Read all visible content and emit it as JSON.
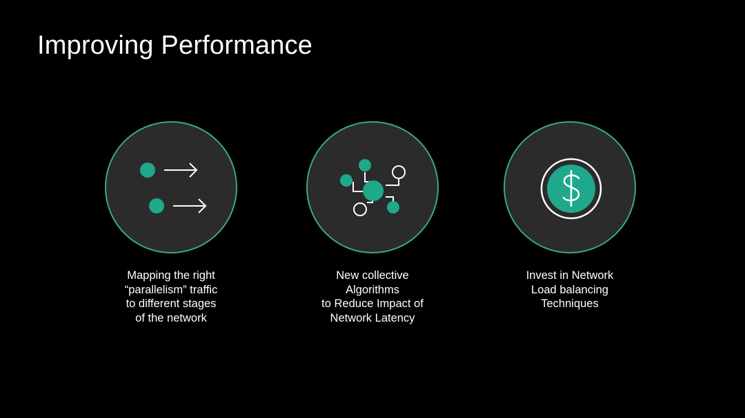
{
  "title": "Improving Performance",
  "colors": {
    "accent": "#1fa88c",
    "ring": "#3aa98a",
    "circle_bg": "#2b2b2b",
    "background": "#000000",
    "text": "#ffffff"
  },
  "cards": [
    {
      "icon": "parallel-arrows-icon",
      "caption": [
        "Mapping the right",
        "“parallelism” traffic",
        "to different stages",
        "of the network"
      ]
    },
    {
      "icon": "network-nodes-icon",
      "caption": [
        "New collective",
        "Algorithms",
        "to Reduce Impact of",
        "Network Latency"
      ]
    },
    {
      "icon": "dollar-coin-icon",
      "caption": [
        "Invest in Network",
        "Load balancing",
        "Techniques"
      ]
    }
  ]
}
